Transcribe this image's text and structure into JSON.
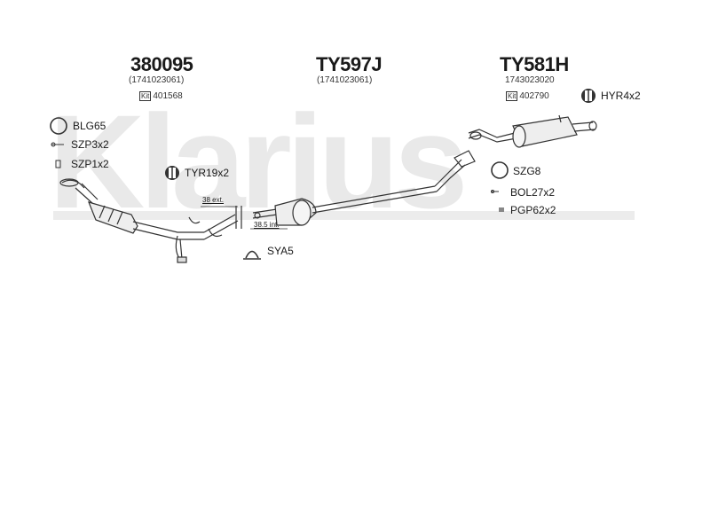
{
  "watermark": "Klarius",
  "groups": [
    {
      "code": "380095",
      "oe": "(1741023061)",
      "kit": "401568"
    },
    {
      "code": "TY597J",
      "oe": "(1741023061)"
    },
    {
      "code": "TY581H",
      "oe": "1743023020",
      "kit": "402790"
    }
  ],
  "kit_label": "Kit",
  "parts": {
    "blg": "BLG65",
    "szp3": "SZP3x2",
    "szp1": "SZP1x2",
    "tyr": "TYR19x2",
    "sya": "SYA5",
    "hyr": "HYR4x2",
    "szg": "SZG8",
    "bol": "BOL27x2",
    "pgp": "PGP62x2"
  },
  "dims": {
    "ext": "38 ext.",
    "int": "38.5 int."
  }
}
